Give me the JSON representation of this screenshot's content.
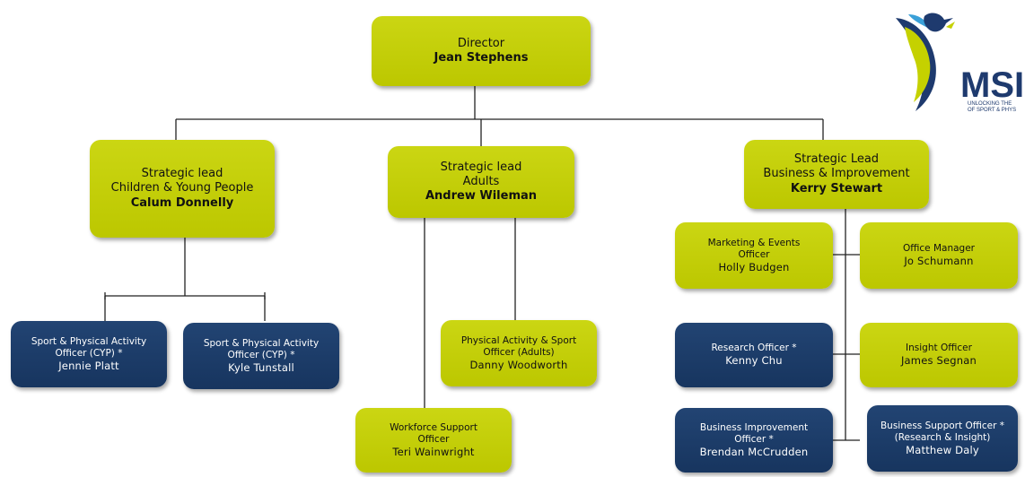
{
  "logo": {
    "letters": "MSI",
    "tagline_line1": "UNLOCKING THE",
    "tagline_line2": "OF SPORT & PHYS",
    "colors": {
      "navy": "#1e3a6e",
      "lime": "#c5d100",
      "blue": "#3aa0d8"
    }
  },
  "director": {
    "title": "Director",
    "name": "Jean Stephens"
  },
  "leads": [
    {
      "title_line1": "Strategic lead",
      "title_line2": "Children & Young People",
      "name": "Calum Donnelly"
    },
    {
      "title_line1": "Strategic lead",
      "title_line2": "Adults",
      "name": "Andrew Wileman"
    },
    {
      "title_line1": "Strategic Lead",
      "title_line2": "Business & Improvement",
      "name": "Kerry Stewart"
    }
  ],
  "cyp_officers": [
    {
      "title_line1": "Sport & Physical Activity",
      "title_line2": "Officer (CYP) *",
      "name": "Jennie Platt"
    },
    {
      "title_line1": "Sport & Physical Activity",
      "title_line2": "Officer (CYP) *",
      "name": "Kyle Tunstall"
    }
  ],
  "adult_officers": [
    {
      "title_line1": "Physical Activity & Sport",
      "title_line2": "Officer (Adults)",
      "name": "Danny Woodworth"
    },
    {
      "title_line1": "Workforce Support",
      "title_line2": "Officer",
      "name": "Teri Wainwright"
    }
  ],
  "business_officers": [
    {
      "title_line1": "Marketing & Events",
      "title_line2": "Officer",
      "name": "Holly Budgen"
    },
    {
      "title_line1": "Office Manager",
      "title_line2": "",
      "name": "Jo Schumann"
    },
    {
      "title_line1": "Research Officer *",
      "title_line2": "",
      "name": "Kenny Chu"
    },
    {
      "title_line1": "Insight Officer",
      "title_line2": "",
      "name": "James Segnan"
    },
    {
      "title_line1": "Business Improvement",
      "title_line2": "Officer *",
      "name": "Brendan McCrudden"
    },
    {
      "title_line1": "Business Support Officer *",
      "title_line2": "(Research & Insight)",
      "name": "Matthew Daly"
    }
  ]
}
